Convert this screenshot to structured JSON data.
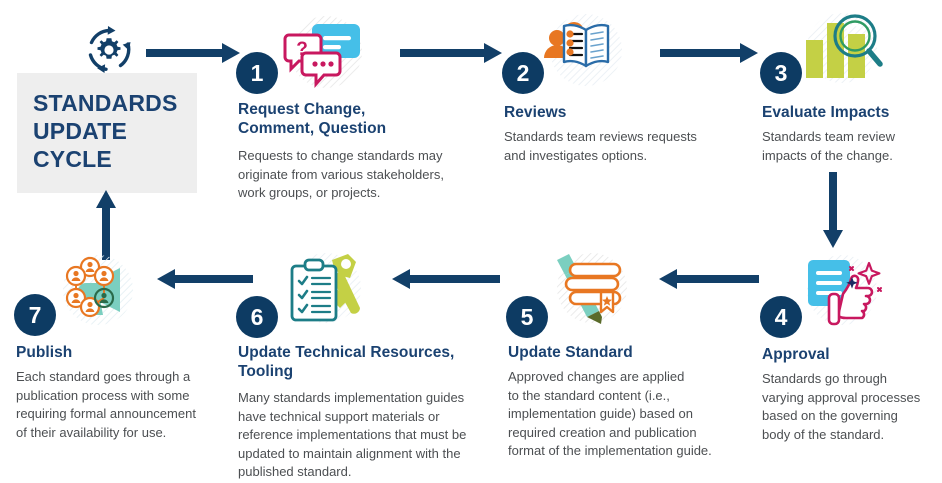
{
  "hub": {
    "icon": "cycle-gear-icon",
    "title_lines": [
      "STANDARDS",
      "UPDATE",
      "CYCLE"
    ],
    "title": "STANDARDS UPDATE CYCLE"
  },
  "colors": {
    "navy": "#0d3b63",
    "title_navy": "#1b4271",
    "body_gray": "#4c4f52",
    "hub_bg": "#eeeeee",
    "sky_blue": "#45bfe8",
    "magenta": "#c8185f",
    "orange": "#e87722",
    "lime": "#c4d045",
    "teal": "#1d7d87",
    "mint": "#7bcfc0",
    "arrow": "#123f68"
  },
  "steps": [
    {
      "number": "1",
      "icon": "speech-bubbles-icon",
      "title": "Request Change,\nComment, Question",
      "title_lines": [
        "Request Change,",
        "Comment, Question"
      ],
      "desc": "Requests to change standards may originate from various stakeholders, work groups, or projects.",
      "desc_lines": [
        "Requests to change standards may",
        "originate from various stakeholders,",
        "work groups, or projects."
      ]
    },
    {
      "number": "2",
      "icon": "people-open-book-icon",
      "title": "Reviews",
      "title_lines": [
        "Reviews"
      ],
      "desc": "Standards team reviews requests and investigates options.",
      "desc_lines": [
        "Standards team reviews requests",
        "and investigates options."
      ]
    },
    {
      "number": "3",
      "icon": "bar-chart-magnifier-icon",
      "title": "Evaluate Impacts",
      "title_lines": [
        "Evaluate Impacts"
      ],
      "desc": "Standards team review impacts of the change.",
      "desc_lines": [
        "Standards team review",
        "impacts of the change."
      ]
    },
    {
      "number": "4",
      "icon": "document-thumbs-up-icon",
      "title": "Approval",
      "title_lines": [
        "Approval"
      ],
      "desc": "Standards go through varying approval processes based on the governing body of the standard.",
      "desc_lines": [
        "Standards go through",
        "varying approval processes",
        "based on the governing",
        "body of the standard."
      ]
    },
    {
      "number": "5",
      "icon": "books-pencil-icon",
      "title": "Update Standard",
      "title_lines": [
        "Update Standard"
      ],
      "desc": "Approved changes are applied to the standard content (i.e., implementation guide) based on required creation and publication format of the implementation guide.",
      "desc_lines": [
        "Approved changes are applied",
        "to the standard content (i.e.,",
        "implementation guide) based on",
        "required creation and publication",
        "format of the implementation guide."
      ]
    },
    {
      "number": "6",
      "icon": "clipboard-tools-icon",
      "title": "Update Technical Resources, Tooling",
      "title_lines": [
        "Update Technical Resources,",
        "Tooling"
      ],
      "desc": "Many standards implementation guides have technical support materials or reference implementations that must be updated to maintain alignment with the published standard.",
      "desc_lines": [
        "Many standards implementation guides",
        "have technical support materials or",
        "reference implementations that must be",
        "updated to maintain alignment with the",
        "published standard."
      ]
    },
    {
      "number": "7",
      "icon": "network-megaphone-icon",
      "title": "Publish",
      "title_lines": [
        "Publish"
      ],
      "desc": "Each standard goes through a publication process with some requiring formal announcement of their availability for use.",
      "desc_lines": [
        "Each standard goes through a",
        "publication process with some",
        "requiring formal announcement",
        "of their availability for use."
      ]
    }
  ],
  "arrows": [
    {
      "name": "arrow-hub-to-step1",
      "direction": "right"
    },
    {
      "name": "arrow-step1-to-step2",
      "direction": "right"
    },
    {
      "name": "arrow-step2-to-step3",
      "direction": "right"
    },
    {
      "name": "arrow-step3-to-step4",
      "direction": "down"
    },
    {
      "name": "arrow-step4-to-step5",
      "direction": "left"
    },
    {
      "name": "arrow-step5-to-step6",
      "direction": "left"
    },
    {
      "name": "arrow-step6-to-step7",
      "direction": "left"
    },
    {
      "name": "arrow-step7-to-hub",
      "direction": "up"
    }
  ]
}
